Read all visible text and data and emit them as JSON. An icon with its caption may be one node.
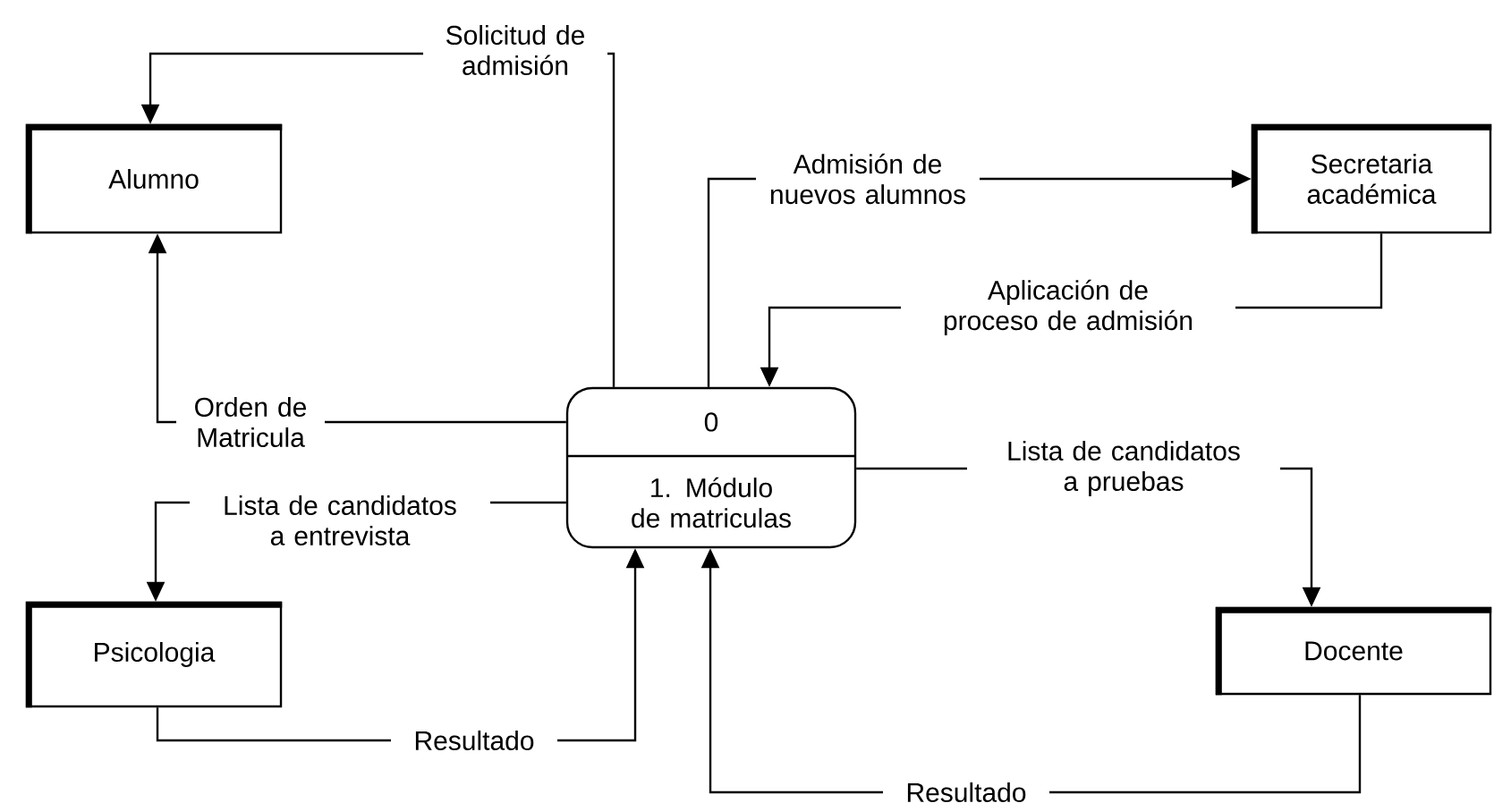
{
  "diagram": {
    "nodes": [
      {
        "text": [
          "Alumno"
        ]
      },
      {
        "text": [
          "Secretaria académica"
        ]
      },
      {
        "text": [
          "0",
          "1. Módulo de matriculas"
        ]
      },
      {
        "text": [
          "Psicologia"
        ]
      },
      {
        "text": [
          "Docente"
        ]
      }
    ],
    "edges": [
      {
        "from": 2,
        "to": 0,
        "arrow": "to",
        "label": "Solicitud de admisión"
      },
      {
        "from": 2,
        "to": 0,
        "arrow": "to",
        "label": "Orden de Matricula"
      },
      {
        "from": 2,
        "to": 1,
        "arrow": "to",
        "label": "Admisión de nuevos alumnos"
      },
      {
        "from": 1,
        "to": 2,
        "arrow": "to",
        "label": "Aplicación de proceso de admisión"
      },
      {
        "from": 2,
        "to": 3,
        "arrow": "to",
        "label": "Lista de candidatos a entrevista"
      },
      {
        "from": 3,
        "to": 2,
        "arrow": "to",
        "label": "Resultado"
      },
      {
        "from": 2,
        "to": 4,
        "arrow": "to",
        "label": "Lista de candidatos a pruebas"
      },
      {
        "from": 4,
        "to": 2,
        "arrow": "to",
        "label": "Resultado"
      }
    ]
  }
}
